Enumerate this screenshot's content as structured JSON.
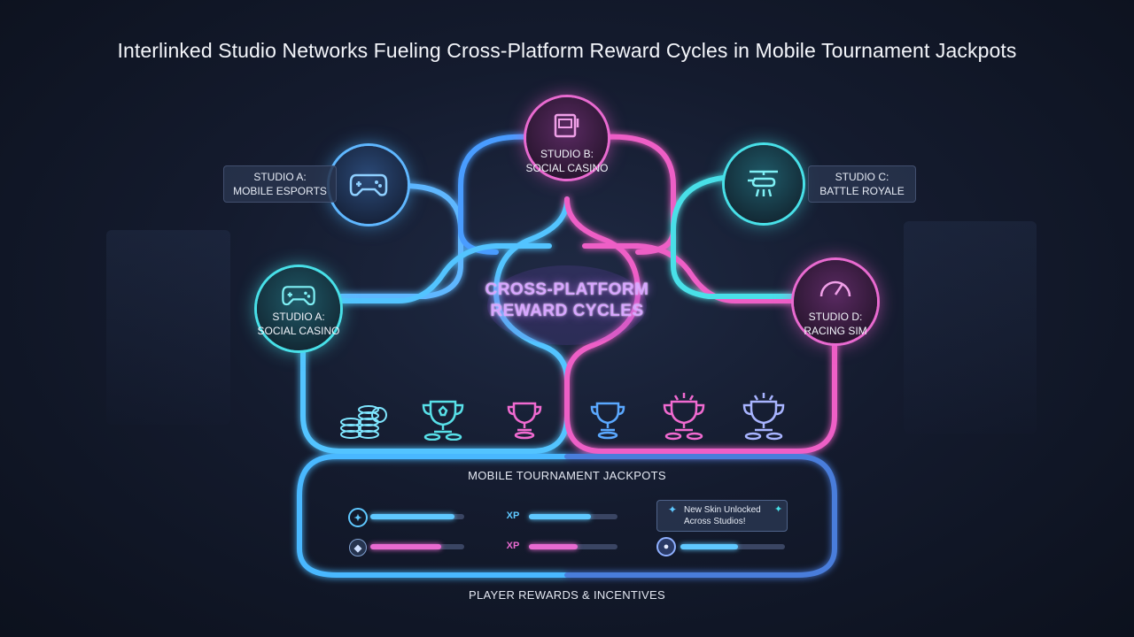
{
  "title": "Interlinked Studio Networks Fueling Cross-Platform Reward Cycles in Mobile Tournament Jackpots",
  "hub": {
    "line1": "CROSS-PLATFORM",
    "line2": "REWARD CYCLES"
  },
  "nodes": {
    "studio_a_esports": {
      "line1": "STUDIO A:",
      "line2": "MOBILE ESPORTS",
      "icon": "gamepad-icon"
    },
    "studio_b_casino": {
      "line1": "STUDIO B:",
      "line2": "SOCIAL CASINO",
      "icon": "slot-machine-icon"
    },
    "studio_c_battle": {
      "line1": "STUDIO C:",
      "line2": "BATTLE ROYALE",
      "icon": "helicopter-icon"
    },
    "studio_a_casino": {
      "line1": "STUDIO A:",
      "line2": "SOCIAL CASINO",
      "icon": "gamepad-icon"
    },
    "studio_d_racing": {
      "line1": "STUDIO D:",
      "line2": "RACING SIM",
      "icon": "speedometer-icon"
    }
  },
  "jackpots_label": "MOBILE TOURNAMENT JACKPOTS",
  "rewards_label": "PLAYER REWARDS & INCENTIVES",
  "rewards": {
    "xp_label": "XP",
    "notice": {
      "line1": "New Skin Unlocked",
      "line2": "Across Studios!"
    },
    "bars": [
      {
        "fill": 0.9,
        "color": "#5fc8ff"
      },
      {
        "fill": 0.75,
        "color": "#e86ad0"
      },
      {
        "fill": 0.7,
        "color": "#5fc8ff"
      },
      {
        "fill": 0.55,
        "color": "#e86ad0"
      },
      {
        "fill": 0.55,
        "color": "#5fc8ff"
      }
    ]
  },
  "colors": {
    "cyan": "#55c6ff",
    "pink": "#ee5fc6",
    "teal": "#48e0e8",
    "background": "#141b2e"
  }
}
